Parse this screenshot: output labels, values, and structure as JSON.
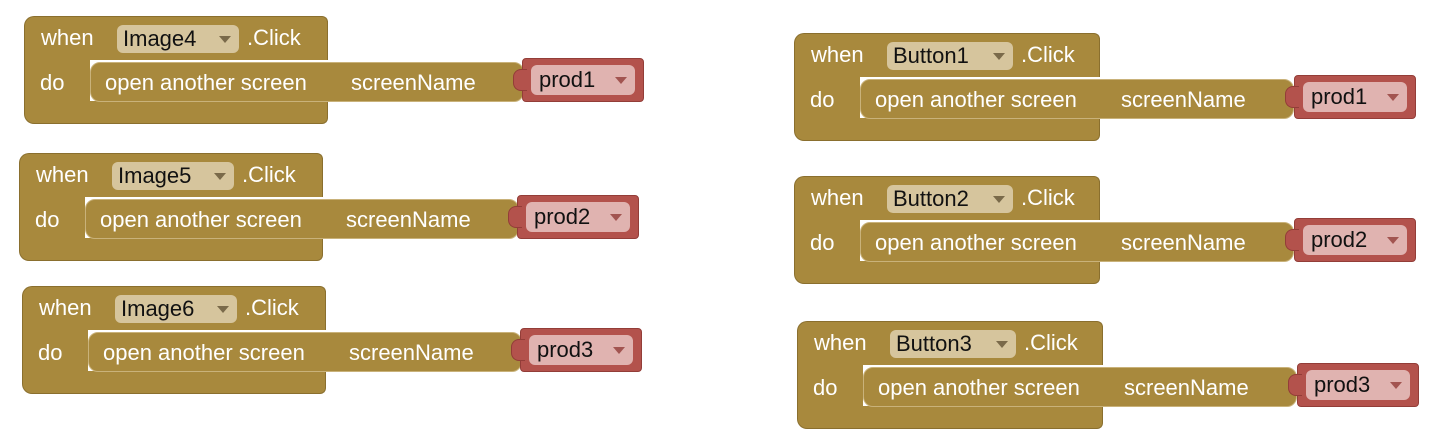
{
  "labels": {
    "when": "when",
    "do": "do",
    "click": ".Click",
    "action": "open another screen",
    "param": "screenName"
  },
  "blocks": [
    {
      "component": "Image4",
      "screen": "prod1"
    },
    {
      "component": "Image5",
      "screen": "prod2"
    },
    {
      "component": "Image6",
      "screen": "prod3"
    },
    {
      "component": "Button1",
      "screen": "prod1"
    },
    {
      "component": "Button2",
      "screen": "prod2"
    },
    {
      "component": "Button3",
      "screen": "prod3"
    }
  ],
  "colors": {
    "event_block": "#a8893d",
    "component_dropdown": "#d6c59d",
    "text_block": "#b3524c",
    "text_dropdown": "#e0b3b0"
  }
}
